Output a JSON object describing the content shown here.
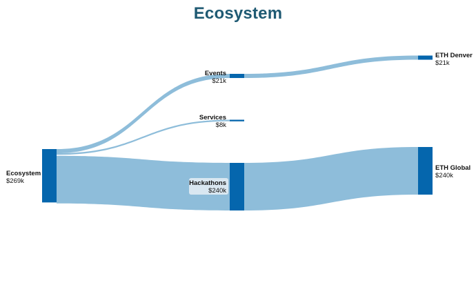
{
  "colors": {
    "title": "#1f5a73",
    "node": "#0566ad",
    "link": "#8ebdda",
    "label_bg": "#e6eef4"
  },
  "chart_data": {
    "type": "sankey",
    "title": "Ecosystem",
    "nodes": [
      {
        "id": "ecosystem",
        "name": "Ecosystem",
        "value": "$269k"
      },
      {
        "id": "events",
        "name": "Events",
        "value": "$21k"
      },
      {
        "id": "services",
        "name": "Services",
        "value": "$8k"
      },
      {
        "id": "hackathons",
        "name": "Hackathons",
        "value": "$240k"
      },
      {
        "id": "eth-denver",
        "name": "ETH Denver",
        "value": "$21k"
      },
      {
        "id": "eth-global",
        "name": "ETH Global",
        "value": "$240k"
      }
    ],
    "links": [
      {
        "source": "ecosystem",
        "target": "events",
        "value": 21
      },
      {
        "source": "ecosystem",
        "target": "services",
        "value": 8
      },
      {
        "source": "ecosystem",
        "target": "hackathons",
        "value": 240
      },
      {
        "source": "events",
        "target": "eth-denver",
        "value": 21
      },
      {
        "source": "hackathons",
        "target": "eth-global",
        "value": 240
      }
    ]
  }
}
